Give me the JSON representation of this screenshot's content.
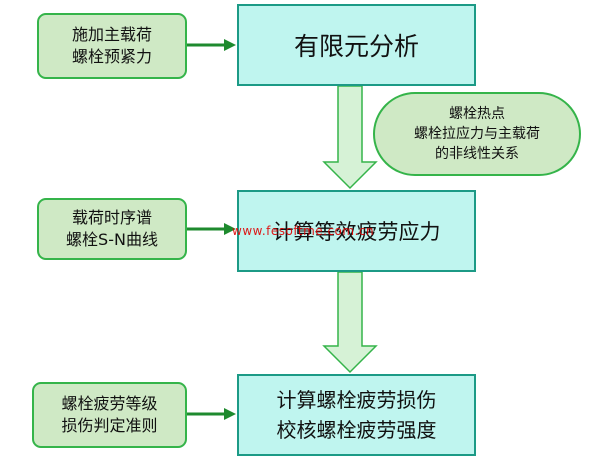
{
  "left_inputs": [
    {
      "lines": [
        "施加主载荷",
        "螺栓预紧力"
      ]
    },
    {
      "lines": [
        "载荷时序谱",
        "螺栓S-N曲线"
      ]
    },
    {
      "lines": [
        "螺栓疲劳等级",
        "损伤判定准则"
      ]
    }
  ],
  "main_steps": [
    {
      "lines": [
        "有限元分析"
      ]
    },
    {
      "lines": [
        "计算等效疲劳应力"
      ]
    },
    {
      "lines": [
        "计算螺栓疲劳损伤",
        "校核螺栓疲劳强度"
      ]
    }
  ],
  "note": {
    "lines": [
      "螺栓热点",
      "螺栓拉应力与主载荷",
      "的非线性关系"
    ]
  },
  "watermark": "www.fesoftme.com.cn",
  "colors": {
    "main_fill": "#bff5ef",
    "main_border": "#1c9a86",
    "input_fill": "#cfe9c5",
    "input_border": "#35b44a",
    "arrow_green": "#1e8a2e",
    "hollow_arrow_fill": "#d6f2d6",
    "hollow_arrow_stroke": "#35b44a",
    "watermark": "#e00000"
  }
}
